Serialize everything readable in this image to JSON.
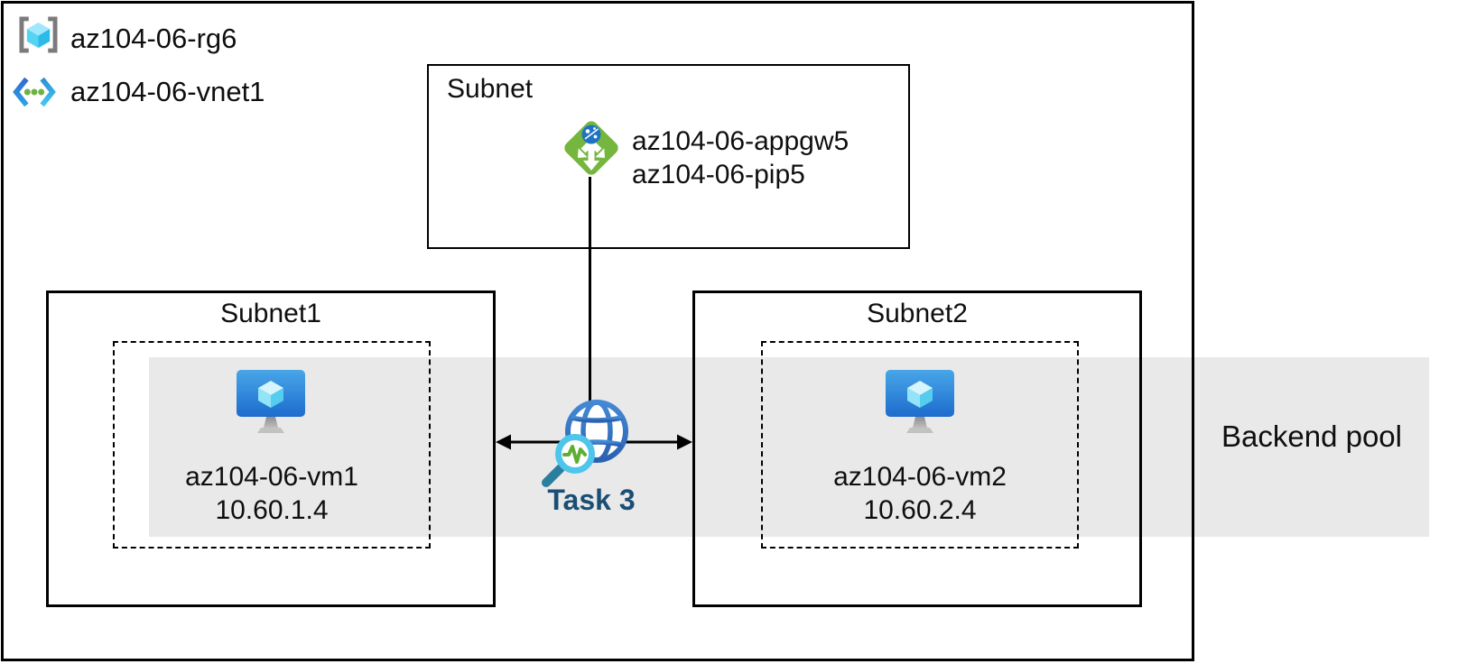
{
  "legend": {
    "resource_group": "az104-06-rg6",
    "vnet": "az104-06-vnet1"
  },
  "gateway_subnet": {
    "title": "Subnet",
    "gateway_name": "az104-06-appgw5",
    "public_ip": "az104-06-pip5"
  },
  "subnet1": {
    "title": "Subnet1",
    "vm_name": "az104-06-vm1",
    "vm_ip": "10.60.1.4"
  },
  "subnet2": {
    "title": "Subnet2",
    "vm_name": "az104-06-vm2",
    "vm_ip": "10.60.2.4"
  },
  "task": {
    "label": "Task 3"
  },
  "backend_pool": {
    "label": "Backend pool"
  },
  "icons": {
    "resource_group": "resource-group-icon",
    "vnet": "virtual-network-icon",
    "application_gateway": "application-gateway-icon",
    "virtual_machine": "virtual-machine-icon",
    "health_probe": "globe-magnifier-icon"
  },
  "colors": {
    "backend_band": "#E9E9E9",
    "task_text": "#1B4E74",
    "gateway_green": "#74B63E",
    "globe_blue": "#336FBF",
    "magnifier_cyan": "#4EC6EC",
    "magnifier_handle": "#2B7F9E",
    "pulse_green": "#5FAE33",
    "vm_screen_blue": "#2E7FD9",
    "cube_cyan": "#55D4F1",
    "border_black": "#000000"
  }
}
